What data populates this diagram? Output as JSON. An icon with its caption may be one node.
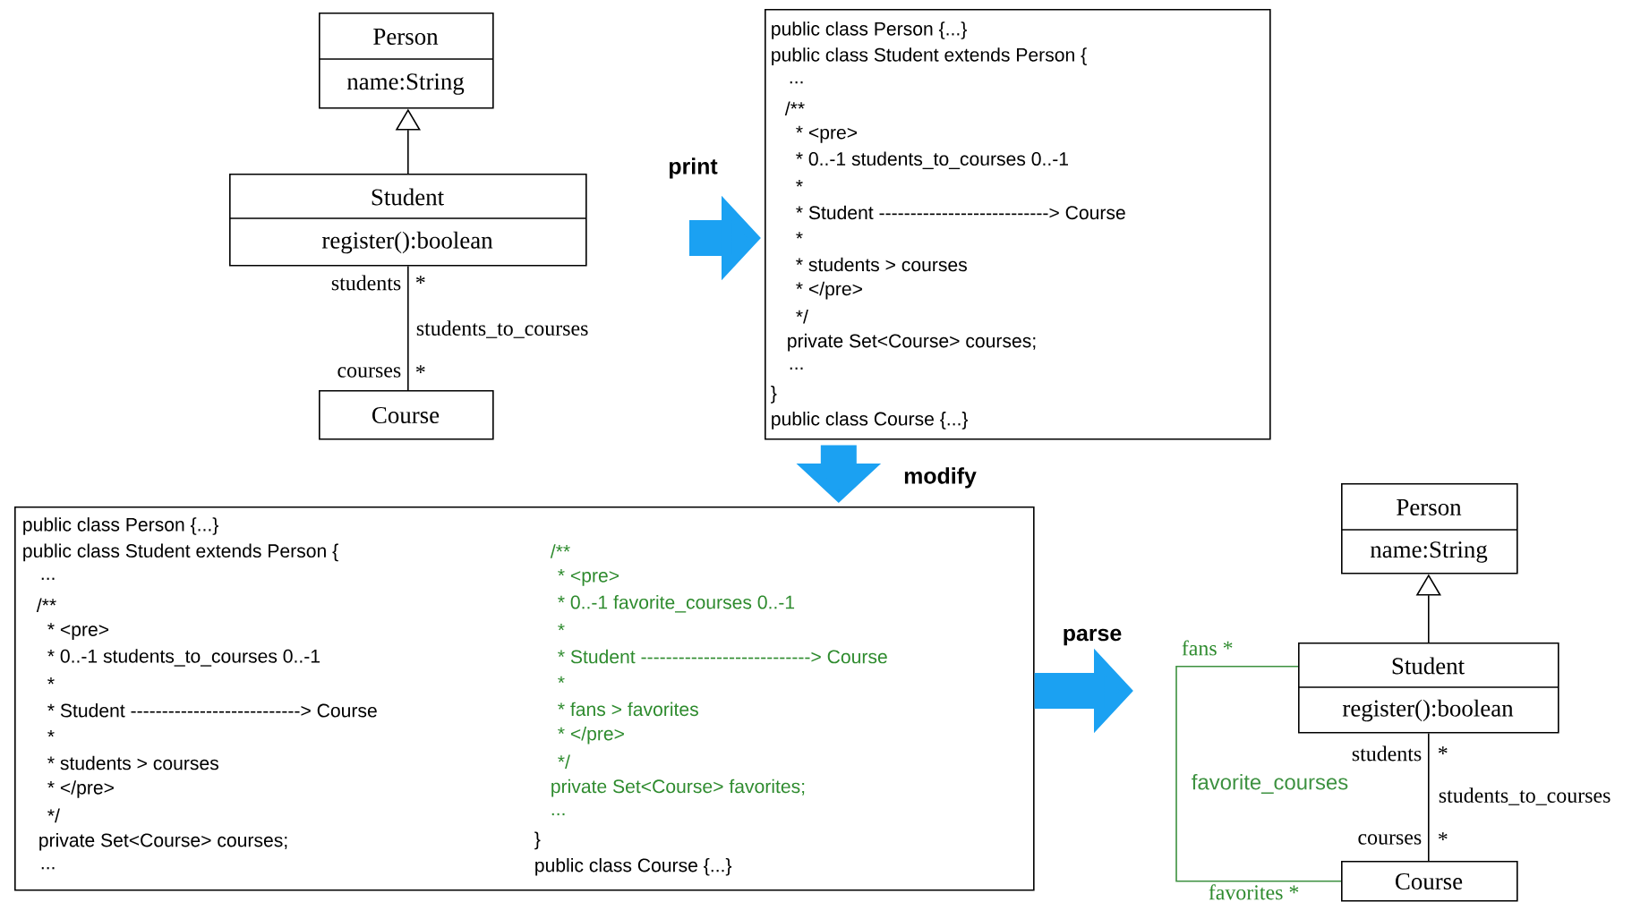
{
  "diagram": {
    "nodes": [
      {
        "text": [
          "Person",
          "name:String"
        ]
      },
      {
        "text": [
          "Student",
          "register():boolean"
        ]
      },
      {
        "text": [
          "Course"
        ]
      },
      {
        "text": [
          "public class Person {...}",
          "public class Student extends Person {",
          "...",
          "/**",
          "* <pre>",
          "* 0..-1 students_to_courses 0..-1",
          "*",
          "* Student ---------------------------> Course",
          "*",
          "* students > courses",
          "* </pre>",
          "*/",
          "private Set<Course> courses;",
          "...",
          "}",
          "public class Course {...}"
        ]
      },
      {
        "text": [
          "public class Person {...}",
          "public class Student extends Person {",
          "...",
          "/**",
          "* <pre>",
          "* 0..-1 students_to_courses 0..-1",
          "*",
          "* Student ---------------------------> Course",
          "*",
          "* students > courses",
          "* </pre>",
          "*/",
          "private Set<Course> courses;",
          "...",
          "/**",
          "* <pre>",
          "* 0..-1 favorite_courses 0..-1",
          "*",
          "* Student ---------------------------> Course",
          "*",
          "* fans > favorites",
          "* </pre>",
          "*/",
          "private Set<Course> favorites;",
          "...",
          "}",
          "public class Course {...}"
        ]
      },
      {
        "text": [
          "Person",
          "name:String"
        ]
      },
      {
        "text": [
          "Student",
          "register():boolean"
        ]
      },
      {
        "text": [
          "Course"
        ]
      }
    ],
    "edges": [
      {
        "from": 1,
        "to": 0,
        "arrow": "to"
      },
      {
        "from": 1,
        "to": 2,
        "arrow": "none",
        "label": "students_to_courses"
      },
      {
        "from": null,
        "to": 3,
        "arrow": "to",
        "label": "print",
        "style": "thick",
        "color": "#1ba1f2"
      },
      {
        "from": 3,
        "to": 4,
        "arrow": "to",
        "label": "modify",
        "style": "thick",
        "color": "#1ba1f2"
      },
      {
        "from": 4,
        "to": null,
        "arrow": "to",
        "label": "parse",
        "style": "thick",
        "color": "#1ba1f2"
      },
      {
        "from": 6,
        "to": 5,
        "arrow": "to"
      },
      {
        "from": 6,
        "to": 7,
        "arrow": "none",
        "label": "students_to_courses"
      },
      {
        "from": 6,
        "to": 7,
        "arrow": "none",
        "label": "favorite_courses",
        "color": "#3d9140"
      }
    ],
    "labels": [
      "students",
      "*",
      "courses",
      "*",
      "fans *",
      "students",
      "*",
      "courses",
      "*",
      "favorites *"
    ]
  }
}
